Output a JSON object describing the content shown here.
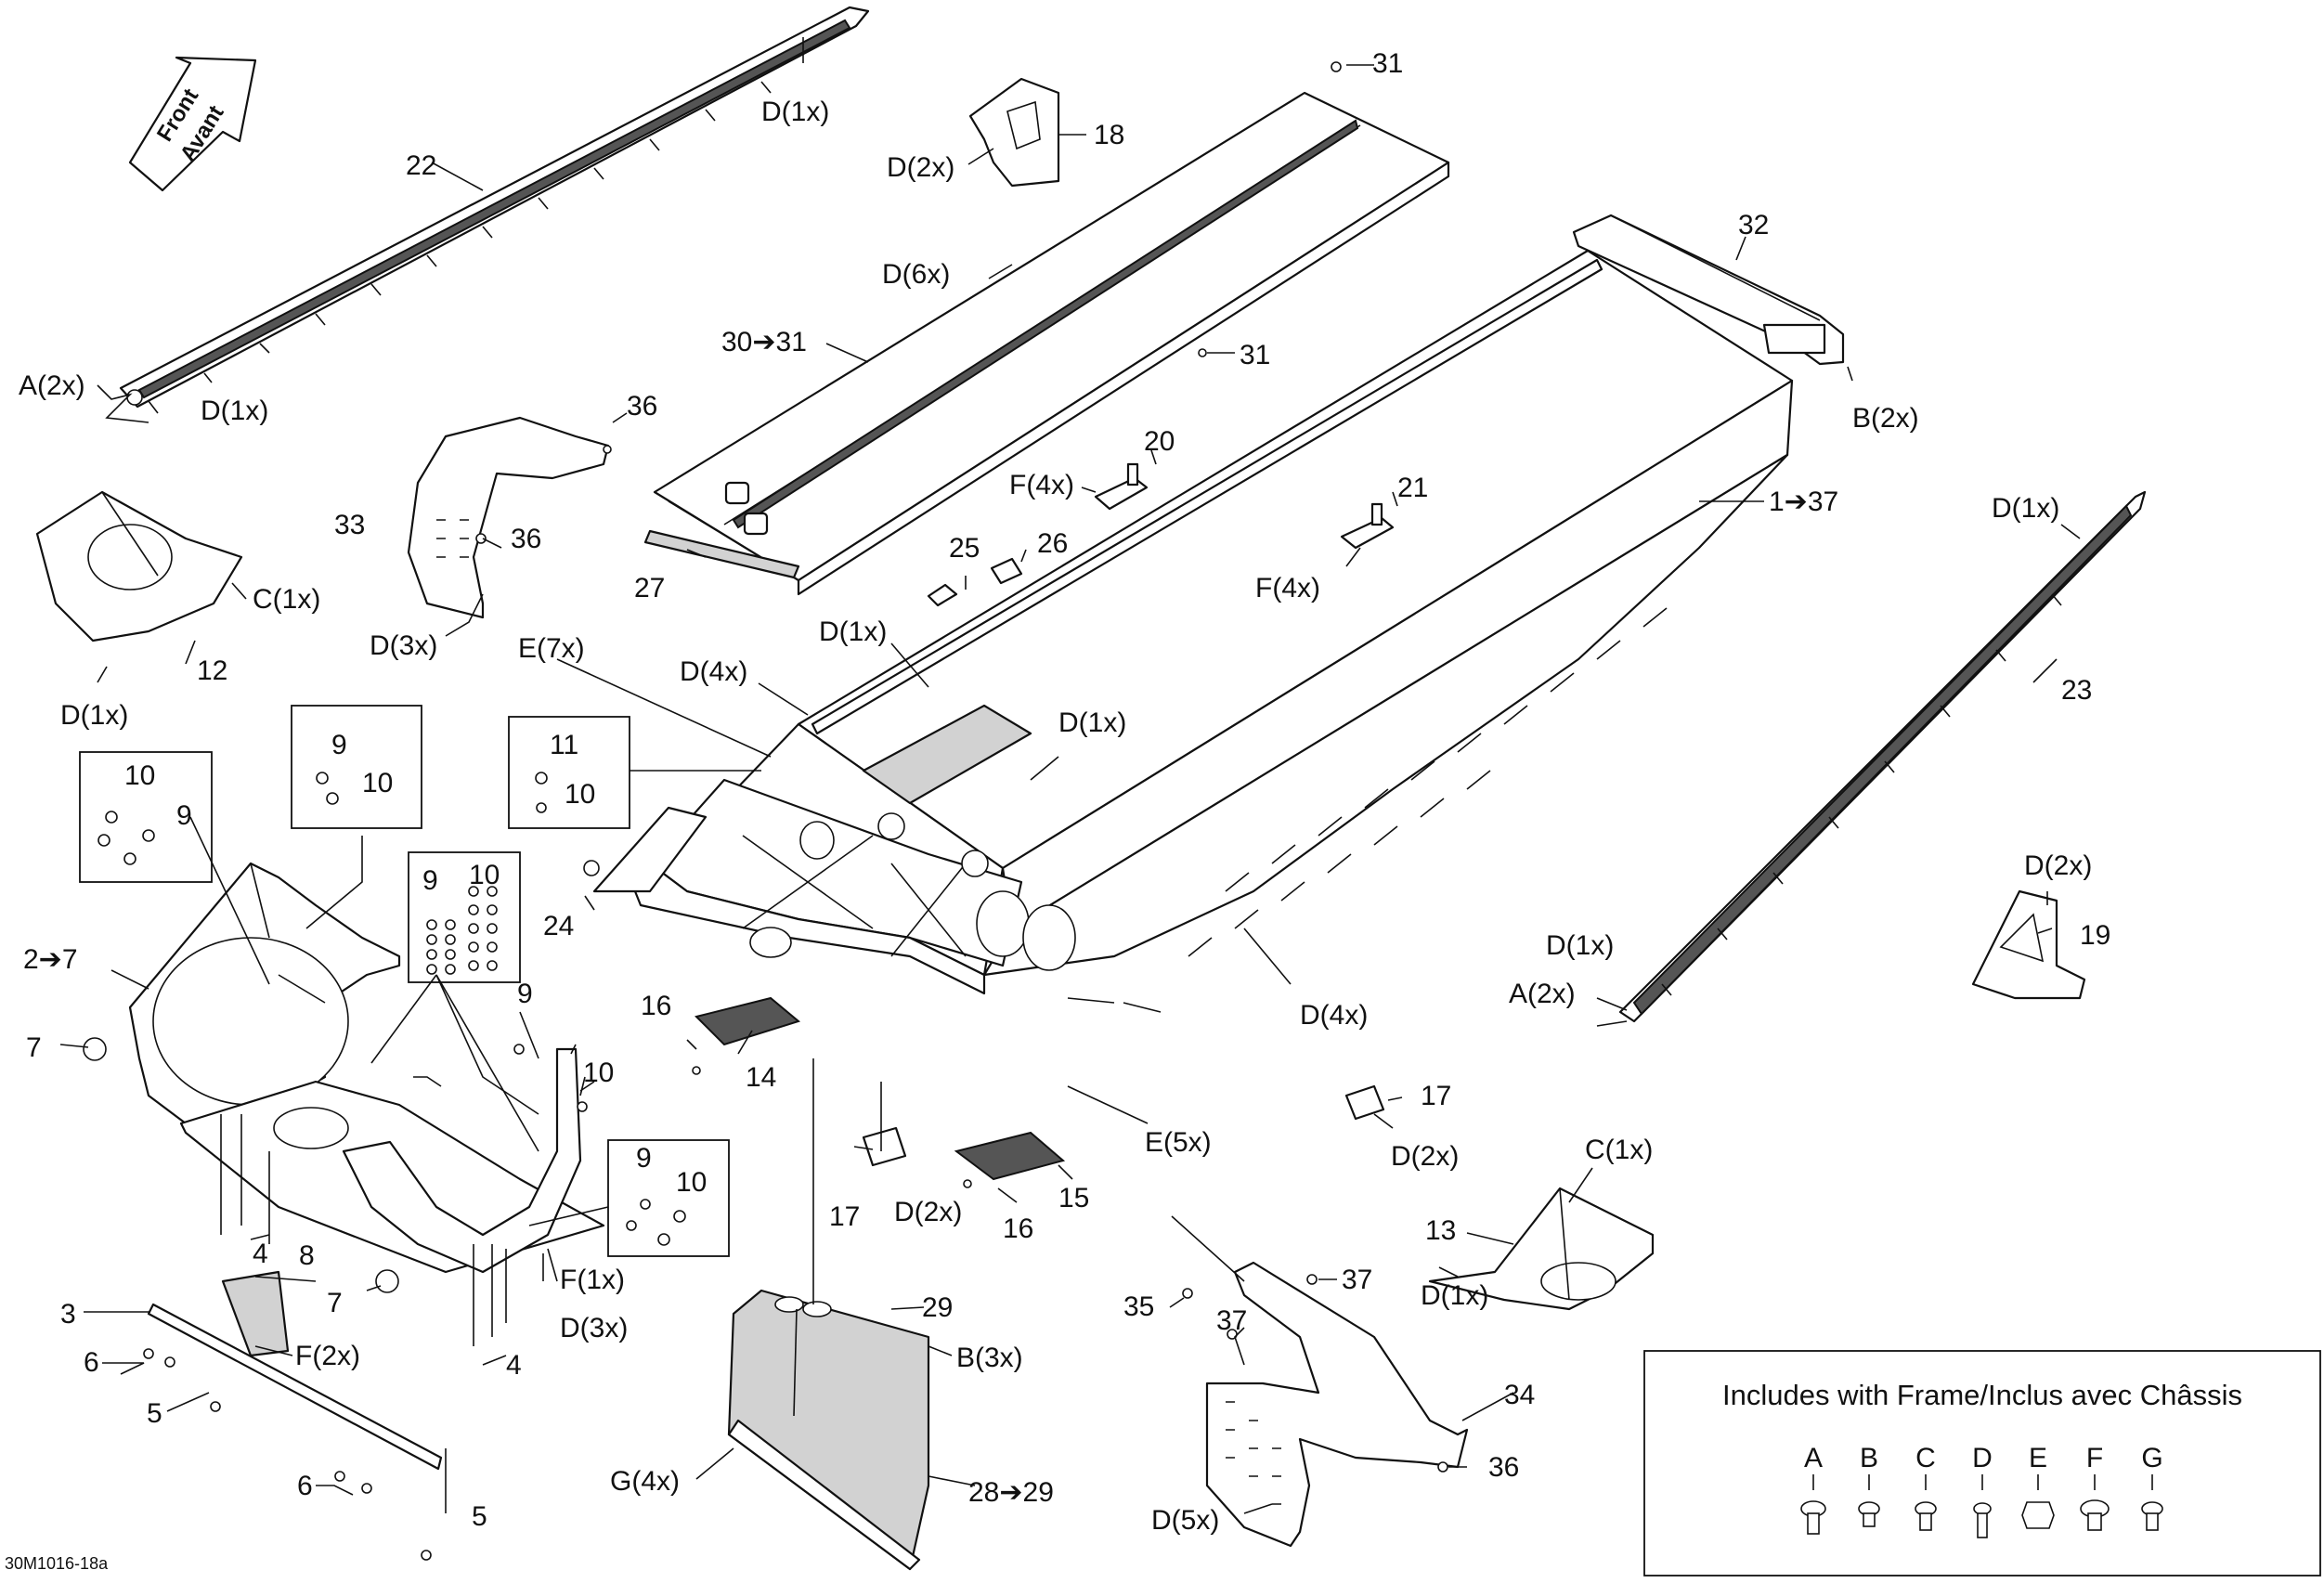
{
  "direction_arrow": {
    "line1": "Front",
    "line2": "Avant"
  },
  "labels": {
    "l22": "22",
    "d1x_top": "D(1x)",
    "a2x_left": "A(2x)",
    "d1x_left_rail": "D(1x)",
    "l31_top": "31",
    "l18": "18",
    "d2x_18": "D(2x)",
    "d6x": "D(6x)",
    "l30_31": "30➔31",
    "l31_mid": "31",
    "l32": "32",
    "b2x": "B(2x)",
    "l36_a": "36",
    "l33": "33",
    "l36_b": "36",
    "d3x_33": "D(3x)",
    "l27": "27",
    "l20": "20",
    "f4x_20": "F(4x)",
    "l21": "21",
    "f4x_21": "F(4x)",
    "l1_37": "1➔37",
    "l25": "25",
    "l26": "26",
    "c1x_12": "C(1x)",
    "l12": "12",
    "d1x_12": "D(1x)",
    "e7x": "E(7x)",
    "d1x_center": "D(1x)",
    "d4x_top": "D(4x)",
    "d1x_center2": "D(1x)",
    "d1x_23": "D(1x)",
    "l23": "23",
    "l9_a": "9",
    "l10_a": "10",
    "l10_b": "10",
    "l9_b": "9",
    "l11": "11",
    "l10_c": "10",
    "l9_c": "9",
    "l10_d": "10",
    "l24": "24",
    "l2_7": "2➔7",
    "l7_a": "7",
    "l9_d": "9",
    "l10_e": "10",
    "d4x_right": "D(4x)",
    "d2x_19": "D(2x)",
    "l19": "19",
    "d1x_rail_r": "D(1x)",
    "a2x_rail_r": "A(2x)",
    "l16_a": "16",
    "l14": "14",
    "l17_a": "17",
    "d2x_17a": "D(2x)",
    "l17_b": "17",
    "d2x_17b": "D(2x)",
    "l15": "15",
    "l16_b": "16",
    "e5x": "E(5x)",
    "l9_e": "9",
    "l10_f": "10",
    "l4_a": "4",
    "l8": "8",
    "l7_b": "7",
    "f1x": "F(1x)",
    "d3x_bot": "D(3x)",
    "l3": "3",
    "f2x": "F(2x)",
    "l6_a": "6",
    "l4_b": "4",
    "l5_a": "5",
    "l6_b": "6",
    "l5_b": "5",
    "c1x_13": "C(1x)",
    "l13": "13",
    "d1x_13": "D(1x)",
    "l29": "29",
    "b3x": "B(3x)",
    "l37_a": "37",
    "l35": "35",
    "l37_b": "37",
    "l34": "34",
    "l36_c": "36",
    "d5x": "D(5x)",
    "g4x": "G(4x)",
    "l28_29": "28➔29"
  },
  "legend": {
    "title": "Includes with Frame/Inclus avec Châssis",
    "keys": [
      "A",
      "B",
      "C",
      "D",
      "E",
      "F",
      "G"
    ]
  },
  "drawing_code": "30M1016-18a"
}
